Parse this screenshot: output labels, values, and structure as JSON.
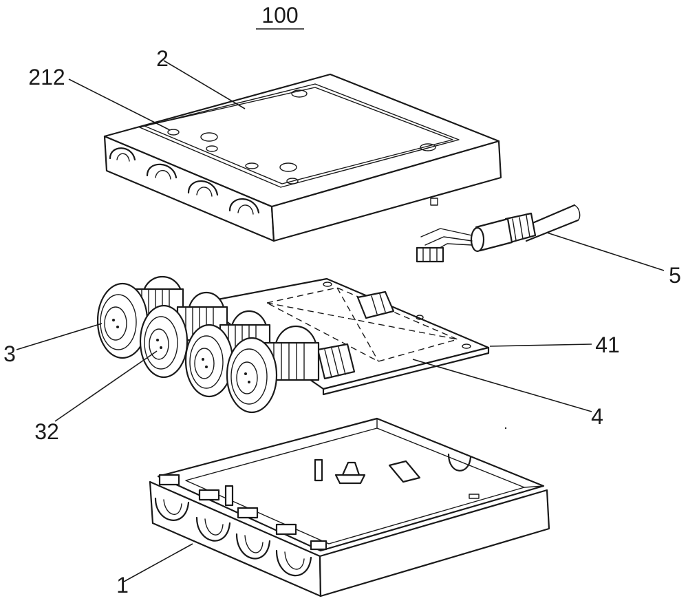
{
  "figure": {
    "reference_numeral": "100",
    "callouts": {
      "lid": "2",
      "lid_hole": "212",
      "cable": "5",
      "connector": "3",
      "connector_socket": "32",
      "board_edge": "41",
      "circuit_board": "4",
      "base_housing": "1"
    }
  }
}
